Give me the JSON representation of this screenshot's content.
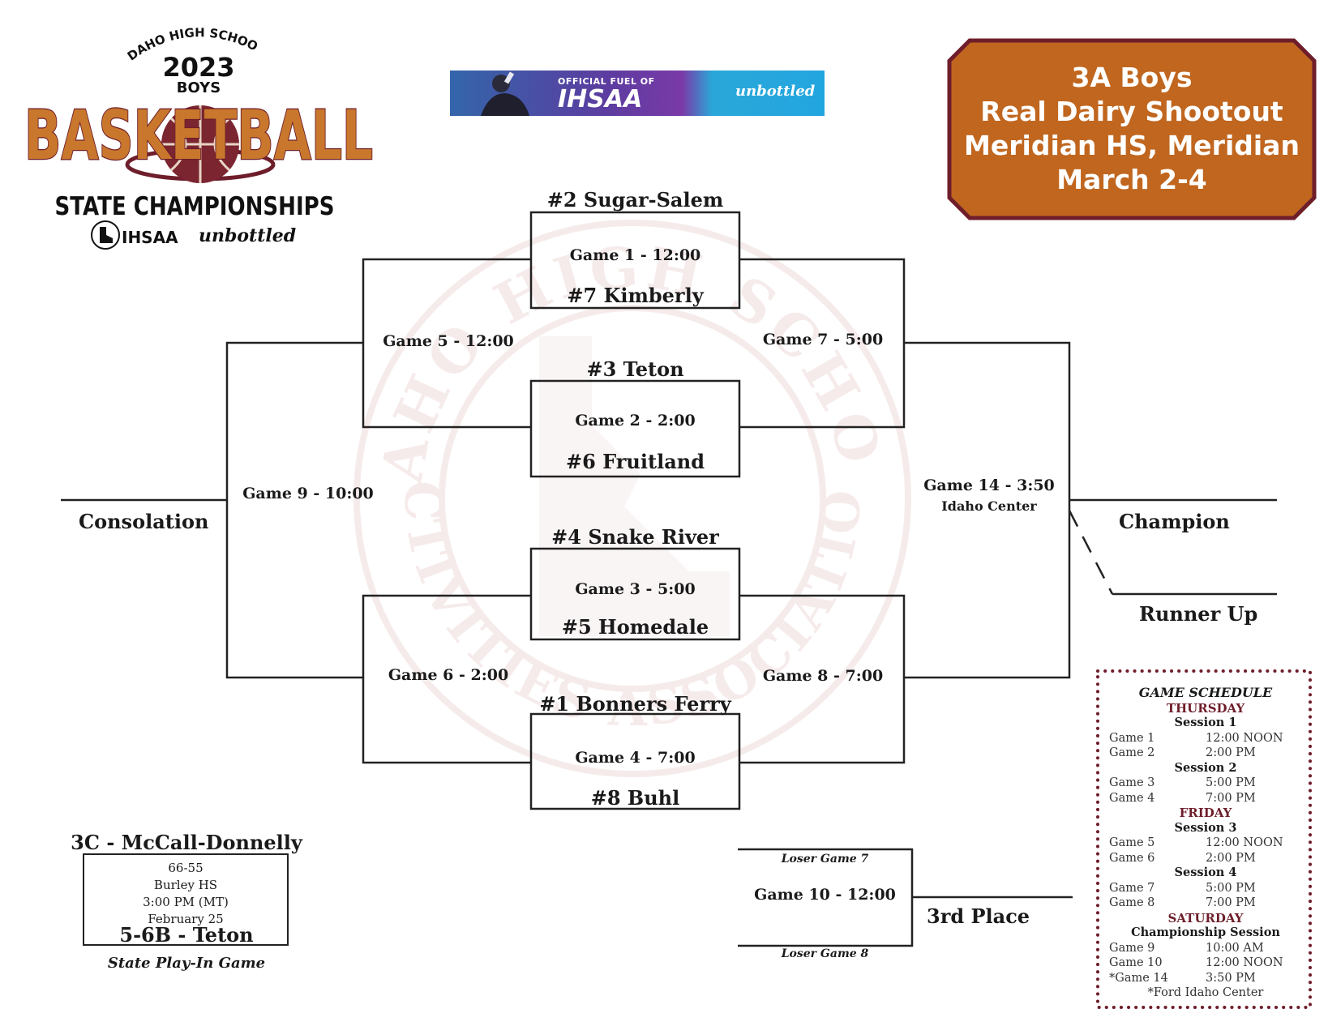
{
  "logo": {
    "line1": "IDAHO HIGH SCHOOL",
    "year": "2023",
    "gender": "BOYS",
    "sport": "BASKETBALL",
    "sub": "STATE CHAMPIONSHIPS",
    "org": "IHSAA",
    "sponsor": "unbottled"
  },
  "banner": {
    "line1": "OFFICIAL FUEL OF",
    "line2": "IHSAA",
    "brand": "unbottled"
  },
  "plaque": {
    "line1": "3A Boys",
    "line2": "Real Dairy Shootout",
    "line3": "Meridian HS, Meridian",
    "line4": "March 2-4",
    "fill": "#c0661f",
    "border": "#6e1e2a"
  },
  "watermark": {
    "top_text": "IDAHO HIGH SCHOOL",
    "bottom_text": "ACTIVITIES ASSOCIATION"
  },
  "bracket": {
    "games": {
      "g1": "Game 1 - 12:00",
      "g2": "Game 2 - 2:00",
      "g3": "Game 3 - 5:00",
      "g4": "Game 4 - 7:00",
      "g5": "Game 5 - 12:00",
      "g6": "Game 6 - 2:00",
      "g7": "Game 7 - 5:00",
      "g8": "Game 8 - 7:00",
      "g9": "Game 9 - 10:00",
      "g10": "Game 10 - 12:00",
      "g14": "Game 14 - 3:50",
      "g14_venue": "Idaho Center"
    },
    "teams": {
      "t2": "#2 Sugar-Salem",
      "t7": "#7 Kimberly",
      "t3": "#3 Teton",
      "t6": "#6 Fruitland",
      "t4": "#4 Snake River",
      "t5": "#5 Homedale",
      "t1": "#1 Bonners Ferry",
      "t8": "#8 Buhl"
    },
    "labels": {
      "consolation": "Consolation",
      "champion": "Champion",
      "runner_up": "Runner Up",
      "third": "3rd Place",
      "loser7": "Loser Game 7",
      "loser8": "Loser Game 8"
    }
  },
  "playin": {
    "top_team": "3C - McCall-Donnelly",
    "score": "66-55",
    "venue": "Burley HS",
    "time": "3:00 PM (MT)",
    "date": "February 25",
    "bottom_team": "5-6B - Teton",
    "caption": "State Play-In Game"
  },
  "schedule": {
    "title": "GAME SCHEDULE",
    "days": [
      {
        "day": "THURSDAY",
        "sessions": [
          {
            "name": "Session 1",
            "games": [
              [
                "Game 1",
                "12:00 NOON"
              ],
              [
                "Game 2",
                "2:00 PM"
              ]
            ]
          },
          {
            "name": "Session 2",
            "games": [
              [
                "Game 3",
                "5:00 PM"
              ],
              [
                "Game 4",
                "7:00 PM"
              ]
            ]
          }
        ]
      },
      {
        "day": "FRIDAY",
        "sessions": [
          {
            "name": "Session 3",
            "games": [
              [
                "Game 5",
                "12:00 NOON"
              ],
              [
                "Game 6",
                "2:00 PM"
              ]
            ]
          },
          {
            "name": "Session 4",
            "games": [
              [
                "Game 7",
                "5:00 PM"
              ],
              [
                "Game 8",
                "7:00 PM"
              ]
            ]
          }
        ]
      },
      {
        "day": "SATURDAY",
        "sessions": [
          {
            "name": "Championship Session",
            "games": [
              [
                "Game 9",
                "10:00 AM"
              ],
              [
                "Game 10",
                "12:00 NOON"
              ],
              [
                "*Game 14",
                "3:50 PM"
              ]
            ]
          }
        ]
      }
    ],
    "note": "*Ford Idaho Center",
    "dot_color": "#6e1e2a"
  }
}
